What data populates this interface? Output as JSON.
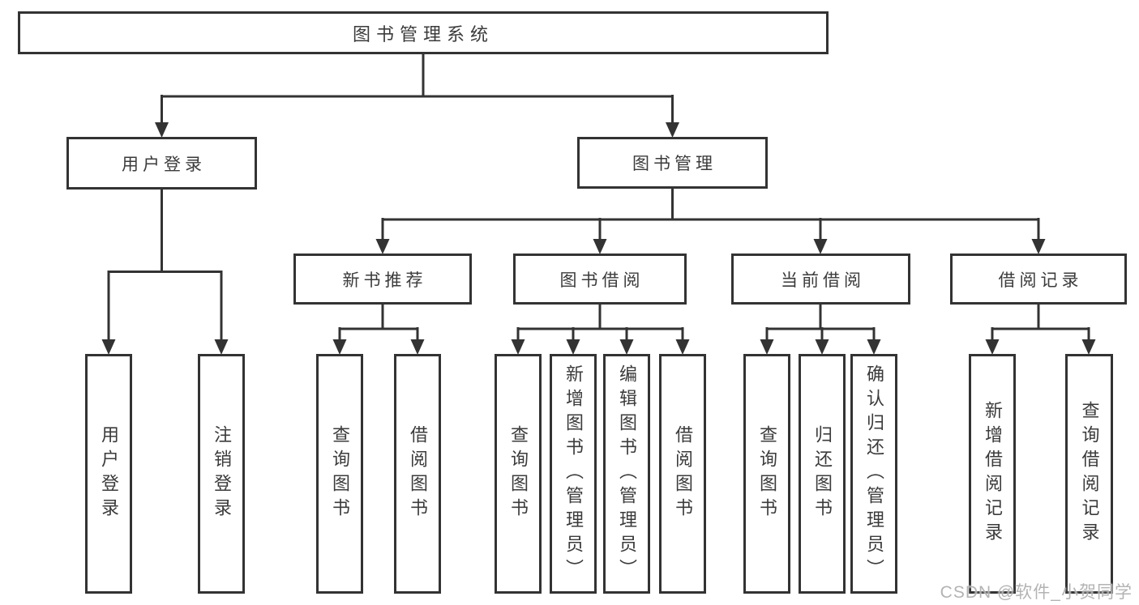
{
  "diagram": {
    "root": {
      "label": "图书管理系统"
    },
    "branches": [
      {
        "label": "用户登录",
        "children": [
          {
            "label": "用户登录"
          },
          {
            "label": "注销登录"
          }
        ]
      },
      {
        "label": "图书管理",
        "children": [
          {
            "label": "新书推荐",
            "children": [
              {
                "label": "查询图书"
              },
              {
                "label": "借阅图书"
              }
            ]
          },
          {
            "label": "图书借阅",
            "children": [
              {
                "label": "查询图书"
              },
              {
                "label": "新增图书（管理员）"
              },
              {
                "label": "编辑图书（管理员）"
              },
              {
                "label": "借阅图书"
              }
            ]
          },
          {
            "label": "当前借阅",
            "children": [
              {
                "label": "查询图书"
              },
              {
                "label": "归还图书"
              },
              {
                "label": "确认归还（管理员）"
              }
            ]
          },
          {
            "label": "借阅记录",
            "children": [
              {
                "label": "新增借阅记录"
              },
              {
                "label": "查询借阅记录"
              }
            ]
          }
        ]
      }
    ]
  },
  "watermark": {
    "text": "CSDN @软件_小贺同学"
  },
  "colors": {
    "line": "#333333",
    "text": "#3b3b3b",
    "watermark": "#acacac",
    "background": "#ffffff"
  }
}
